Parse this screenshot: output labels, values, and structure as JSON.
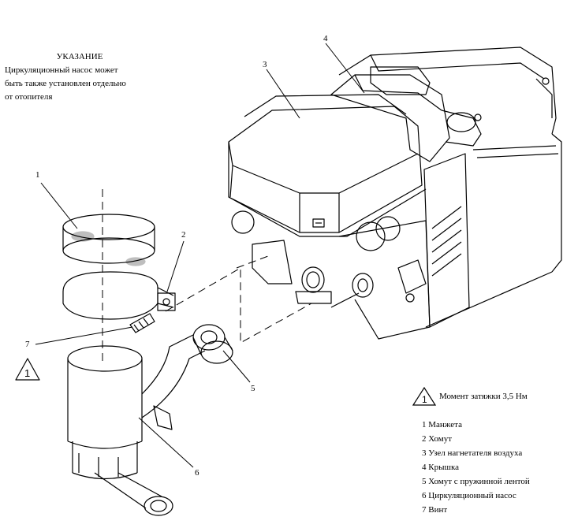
{
  "note": {
    "title": "УКАЗАНИЕ",
    "lines": [
      "Циркуляционный насос может",
      "быть также установлен отдельно",
      "от отопителя"
    ]
  },
  "warning_symbol": "1",
  "torque_note": {
    "symbol": "1",
    "text": "Момент затяжки 3,5 Нм"
  },
  "callouts": [
    "1",
    "2",
    "3",
    "4",
    "5",
    "6",
    "7"
  ],
  "legend": [
    "1 Манжета",
    "2 Хомут",
    "3 Узел нагнетателя воздуха",
    "4 Крышка",
    "5 Хомут с пружинной лентой",
    "6 Циркуляционный насос",
    "7 Винт"
  ]
}
